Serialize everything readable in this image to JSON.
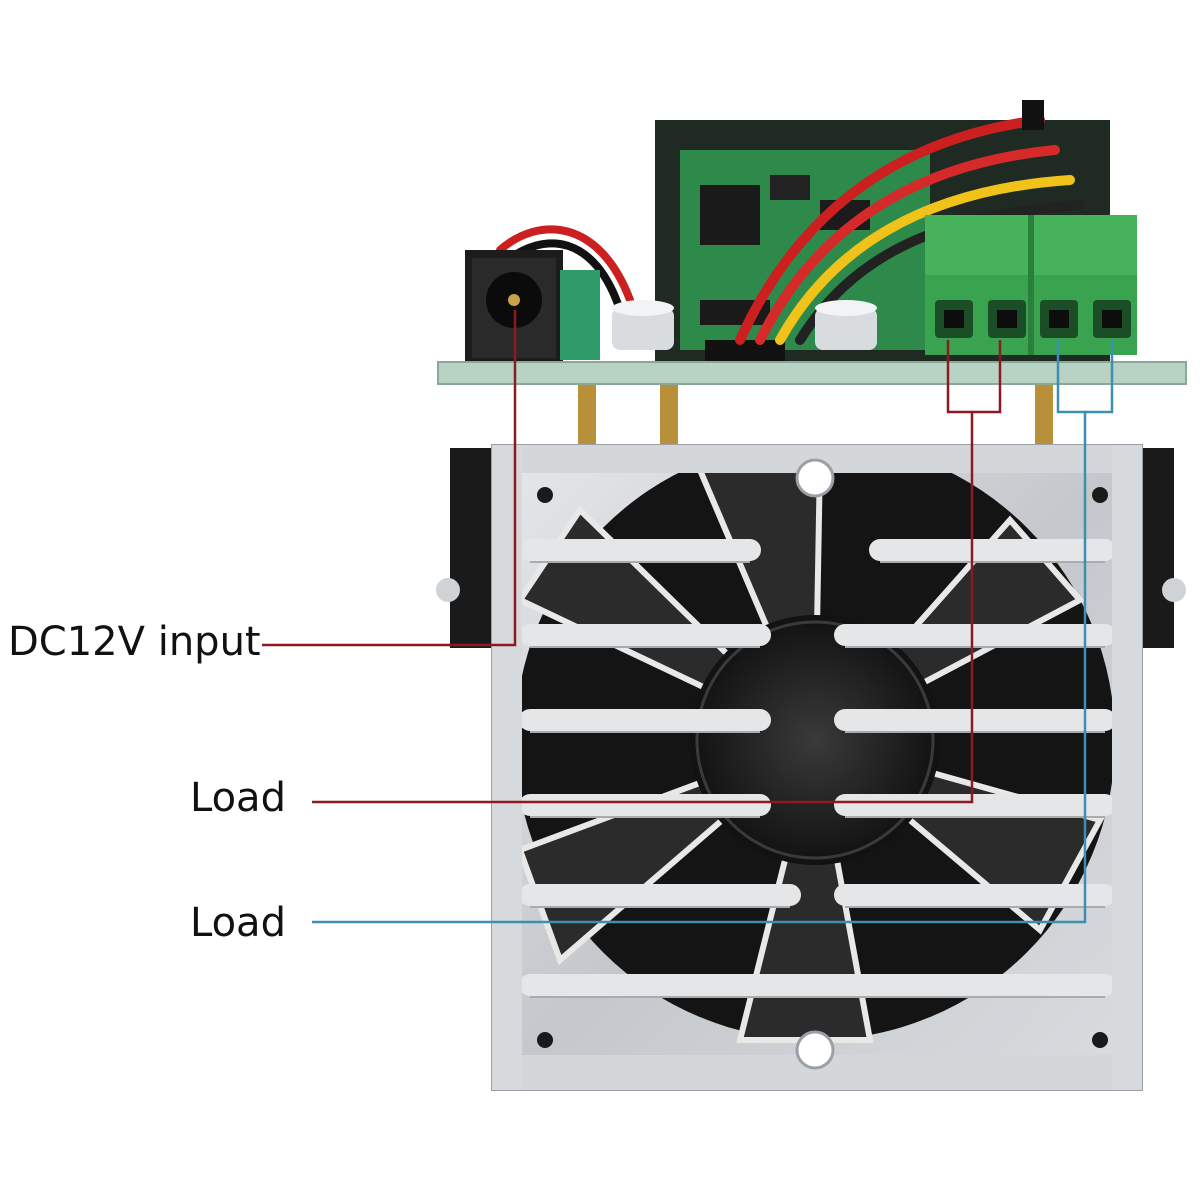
{
  "labels": {
    "dc_input": "DC12V input",
    "load_red": "Load",
    "load_blue": "Load"
  },
  "colors": {
    "red_leader": "#8b1a22",
    "blue_leader": "#3c8fb0",
    "pcb_green": "#2e8a4a",
    "terminal_green": "#3aa34f",
    "heatsink": "#cfd3d6",
    "fan": "#1a1a1a"
  },
  "icons": {
    "fan": "fan-icon",
    "dc_jack": "dc-jack-icon",
    "terminal_block": "terminal-block-icon",
    "heatsink": "heatsink-icon"
  }
}
